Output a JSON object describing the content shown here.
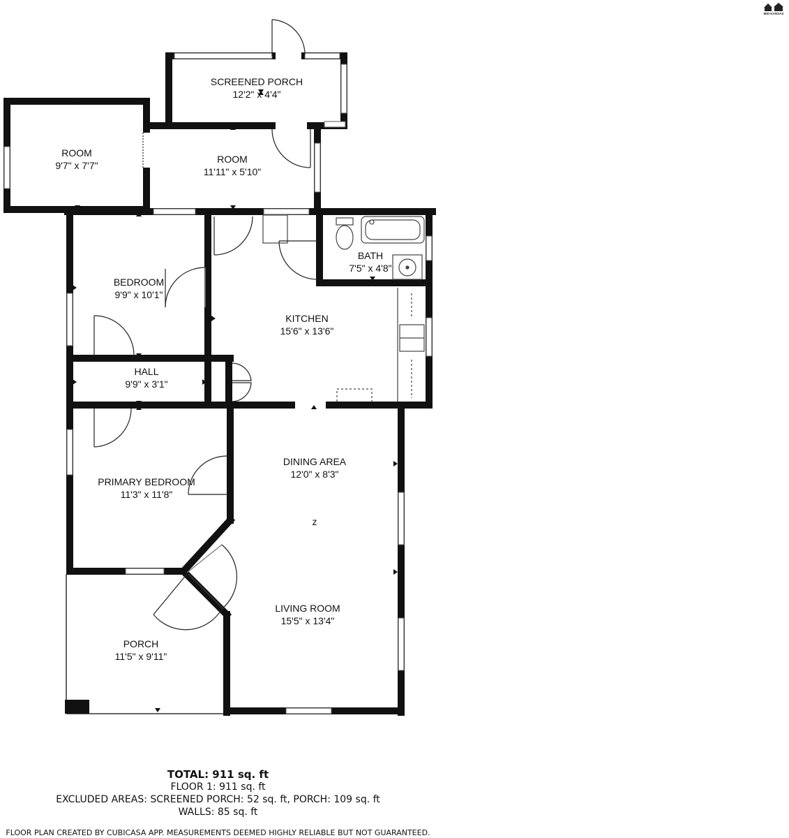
{
  "rooms": [
    {
      "id": "screened-porch",
      "name": "SCREENED PORCH",
      "dims": "12'2\" x 4'4\""
    },
    {
      "id": "room-left",
      "name": "ROOM",
      "dims": "9'7\" x 7'7\""
    },
    {
      "id": "room-middle",
      "name": "ROOM",
      "dims": "11'11\" x 5'10\""
    },
    {
      "id": "bedroom",
      "name": "BEDROOM",
      "dims": "9'9\" x 10'1\""
    },
    {
      "id": "bath",
      "name": "BATH",
      "dims": "7'5\" x 4'8\""
    },
    {
      "id": "kitchen",
      "name": "KITCHEN",
      "dims": "15'6\" x 13'6\""
    },
    {
      "id": "hall",
      "name": "HALL",
      "dims": "9'9\" x 3'1\""
    },
    {
      "id": "dining-area",
      "name": "DINING AREA",
      "dims": "12'0\" x 8'3\""
    },
    {
      "id": "primary-bedroom",
      "name": "PRIMARY BEDROOM",
      "dims": "11'3\" x 11'8\""
    },
    {
      "id": "living-room",
      "name": "LIVING ROOM",
      "dims": "15'5\" x 13'4\""
    },
    {
      "id": "porch",
      "name": "PORCH",
      "dims": "11'5\" x 9'11\""
    }
  ],
  "summary": {
    "total": "TOTAL: 911 sq. ft",
    "floor": "FLOOR 1: 911 sq. ft",
    "excluded": "EXCLUDED AREAS: SCREENED PORCH: 52 sq. ft, PORCH: 109 sq. ft",
    "walls": "WALLS: 85 sq. ft"
  },
  "disclaimer": "FLOOR PLAN CREATED BY CUBICASA APP. MEASUREMENTS DEEMED HIGHLY RELIABLE BUT NOT GUARANTEED.",
  "logo_text": "MID-KANSAS",
  "colors": {
    "wall": "#111111",
    "fixture": "#444444"
  }
}
